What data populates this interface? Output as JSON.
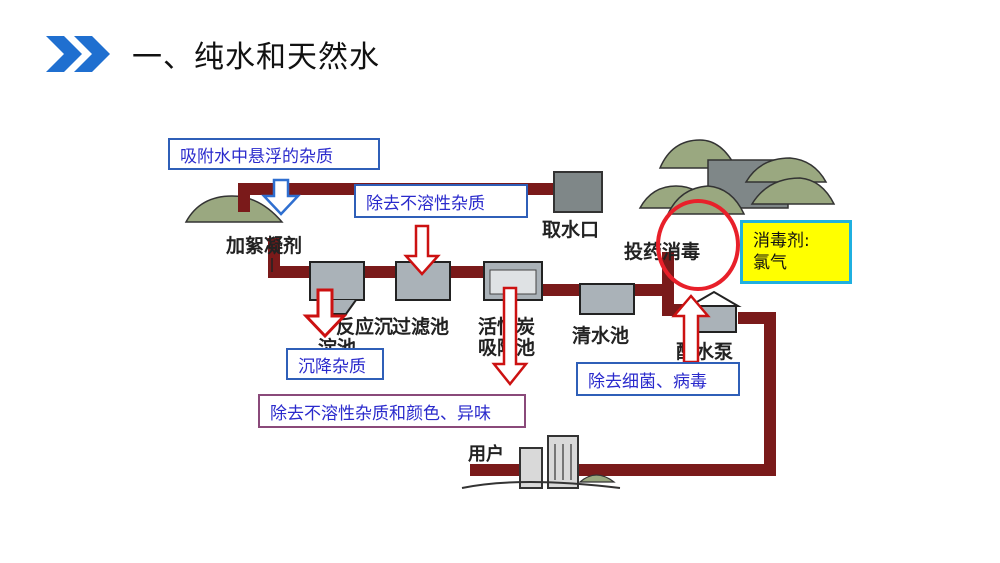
{
  "page": {
    "title": "一、纯水和天然水"
  },
  "diagram": {
    "labels": {
      "intake": "取水口",
      "coagulant": "加絮凝剂",
      "sedimentation_1": "反应沉",
      "sedimentation_2": "淀池",
      "filter": "过滤池",
      "carbon_1": "活性炭",
      "carbon_2": "吸附池",
      "clear_water": "清水池",
      "disinfection": "投药消毒",
      "pump": "配水泵",
      "user": "用户"
    },
    "callouts": {
      "adsorb": "吸附水中悬浮的杂质",
      "remove_insoluble": "除去不溶性杂质",
      "sediment": "沉降杂质",
      "remove_insoluble_color": "除去不溶性杂质和颜色、异味",
      "kill_germs": "除去细菌、病毒",
      "disinfectant_line1": "消毒剂:",
      "disinfectant_line2": "氯气"
    },
    "colors": {
      "pipe": "#7a1a1a",
      "arrow": "#cc1111",
      "highlight_circle": "#e8202a",
      "chevron": "#1f6fd0",
      "note_fill": "#ffff00",
      "note_border": "#1fb0e0"
    }
  }
}
